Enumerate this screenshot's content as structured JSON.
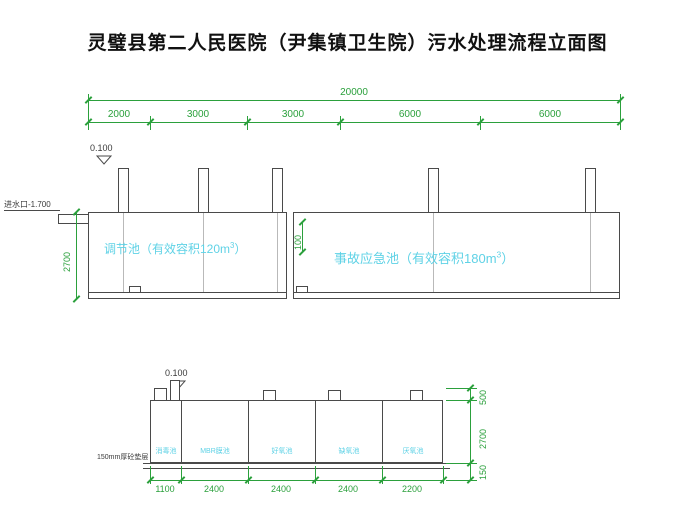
{
  "title": "灵璧县第二人民医院（尹集镇卫生院）污水处理流程立面图",
  "colors": {
    "dimension": "#2ba03c",
    "label": "#5fd2e6",
    "line": "#4a4a4a"
  },
  "upper": {
    "total_dim": "20000",
    "segments": [
      "2000",
      "3000",
      "3000",
      "6000",
      "6000"
    ],
    "elevation": "0.100",
    "inlet_label": "进水口-1.700",
    "height_dim": "2700",
    "gap_dim": "100",
    "tank1": {
      "text": "调节池（有效容积120m",
      "sup": "3",
      "close": "）"
    },
    "tank2": {
      "text": "事故应急池（有效容积180m",
      "sup": "3",
      "close": "）"
    }
  },
  "lower": {
    "elevation": "0.100",
    "base_note": "150mm厚砼垫层",
    "compartments": [
      "消毒池",
      "MBR膜池",
      "好氧池",
      "缺氧池",
      "厌氧池"
    ],
    "bottom_dims": [
      "1100",
      "2400",
      "2400",
      "2400",
      "2200"
    ],
    "right_dims": [
      "500",
      "2700",
      "150"
    ]
  }
}
